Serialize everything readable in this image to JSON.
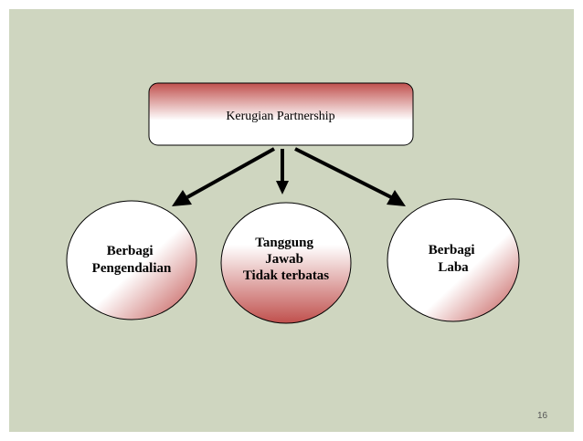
{
  "diagram": {
    "root": {
      "label": "Kerugian Partnership"
    },
    "children": [
      {
        "lines": [
          "Berbagi",
          "Pengendalian"
        ]
      },
      {
        "lines": [
          "Tanggung",
          "Jawab",
          "Tidak terbatas"
        ]
      },
      {
        "lines": [
          "Berbagi",
          "Laba"
        ]
      }
    ]
  },
  "footer": {
    "page_number": "16"
  },
  "colors": {
    "background": "#cfd6c0",
    "accent_red": "#c0504d",
    "arrow": "#000000"
  }
}
